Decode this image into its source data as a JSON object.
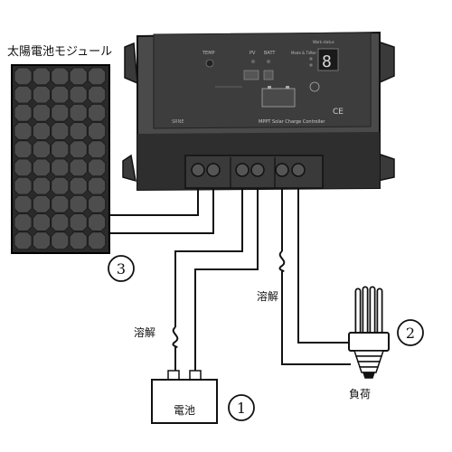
{
  "labels": {
    "solar_module": "太陽電池モジュール",
    "battery": "電池",
    "load": "負荷",
    "fuse_battery": "溶解",
    "fuse_load": "溶解"
  },
  "callouts": {
    "battery_num": "1",
    "load_num": "2",
    "solar_num": "3"
  },
  "controller": {
    "label_temp": "TEMP",
    "label_pv": "PV",
    "label_batt": "BATT",
    "label_mode": "Mode & Timer",
    "label_digit": "Work status",
    "label_brand": "SRNE",
    "label_title": "MPPT Solar Charge Controller",
    "label_ce": "CE",
    "display_digit": "8"
  }
}
